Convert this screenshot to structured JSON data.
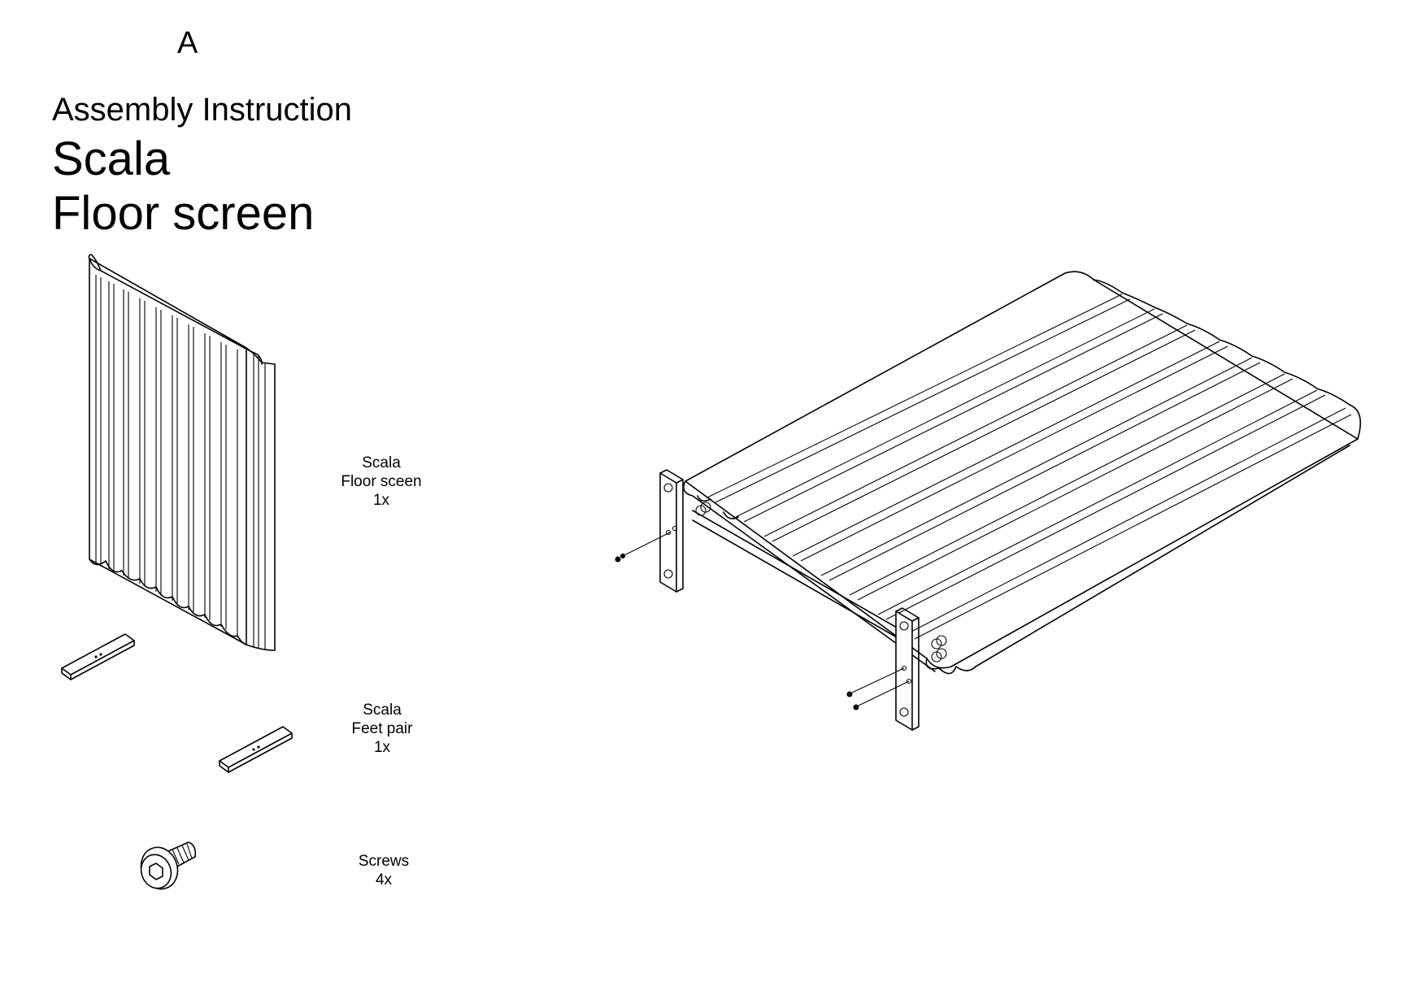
{
  "header": {
    "page_letter": "A",
    "subtitle": "Assembly Instruction",
    "product_line": "Scala",
    "product_name": "Floor screen"
  },
  "parts": [
    {
      "name": "Scala",
      "detail": "Floor sceen",
      "qty": "1x"
    },
    {
      "name": "Scala",
      "detail": "Feet pair",
      "qty": "1x"
    },
    {
      "name": "Screws",
      "qty": "4x"
    }
  ],
  "icons": {
    "panel": "floor-screen-panel-icon",
    "feet": "feet-bar-icon",
    "screw": "hex-socket-screw-icon",
    "assembly": "assembled-screen-diagram"
  },
  "colors": {
    "ink": "#000000",
    "paper": "#ffffff"
  }
}
